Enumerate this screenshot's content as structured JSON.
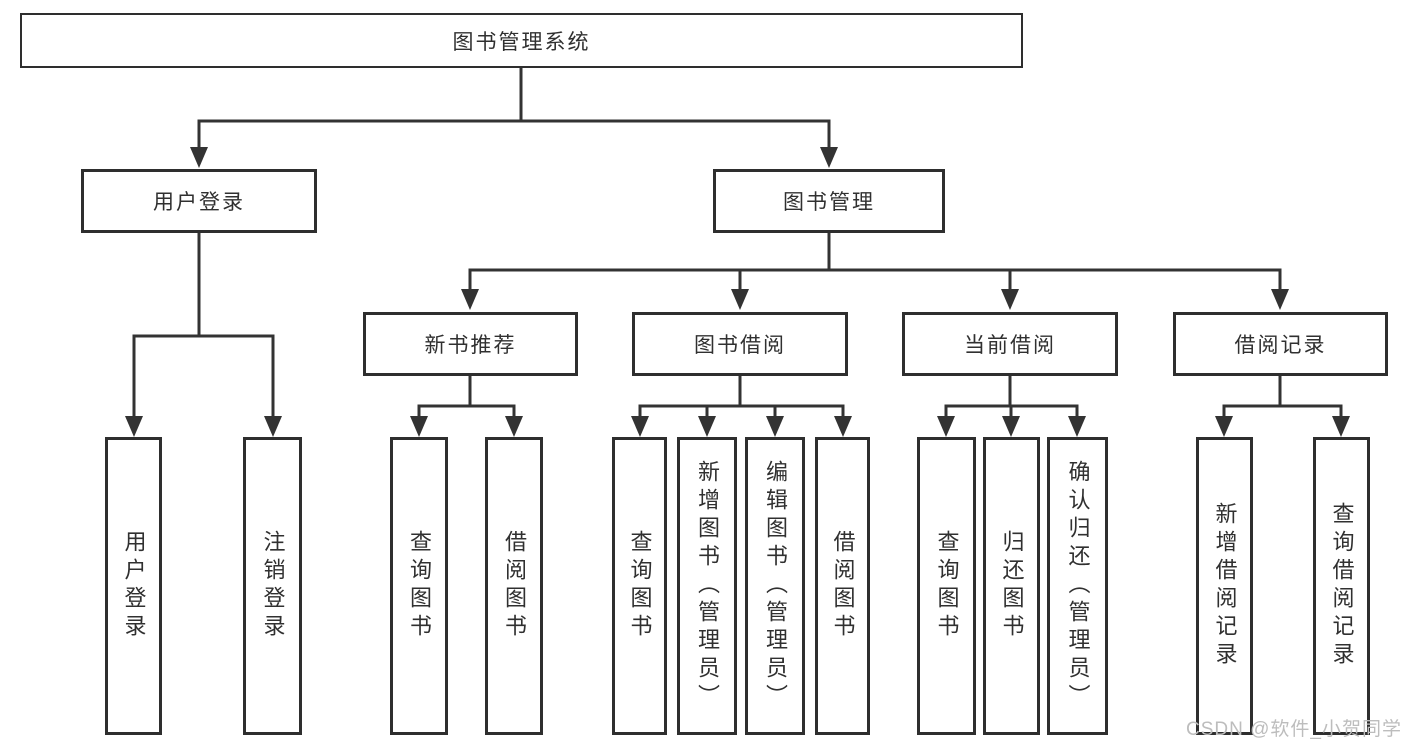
{
  "colors": {
    "line": "#333333",
    "box_border": "#2e2e2e",
    "text": "#303030",
    "background": "#ffffff",
    "watermark": "#bdbdbd"
  },
  "tree": {
    "root": {
      "label": "图书管理系统"
    },
    "children": [
      {
        "label": "用户登录",
        "children": [
          {
            "label": "用户登录"
          },
          {
            "label": "注销登录"
          }
        ]
      },
      {
        "label": "图书管理",
        "children": [
          {
            "label": "新书推荐",
            "children": [
              {
                "label": "查询图书"
              },
              {
                "label": "借阅图书"
              }
            ]
          },
          {
            "label": "图书借阅",
            "children": [
              {
                "label": "查询图书"
              },
              {
                "label": "新增图书（管理员）"
              },
              {
                "label": "编辑图书（管理员）"
              },
              {
                "label": "借阅图书"
              }
            ]
          },
          {
            "label": "当前借阅",
            "children": [
              {
                "label": "查询图书"
              },
              {
                "label": "归还图书"
              },
              {
                "label": "确认归还（管理员）"
              }
            ]
          },
          {
            "label": "借阅记录",
            "children": [
              {
                "label": "新增借阅记录"
              },
              {
                "label": "查询借阅记录"
              }
            ]
          }
        ]
      }
    ]
  },
  "watermark": {
    "text": "CSDN @软件_小贺同学"
  }
}
